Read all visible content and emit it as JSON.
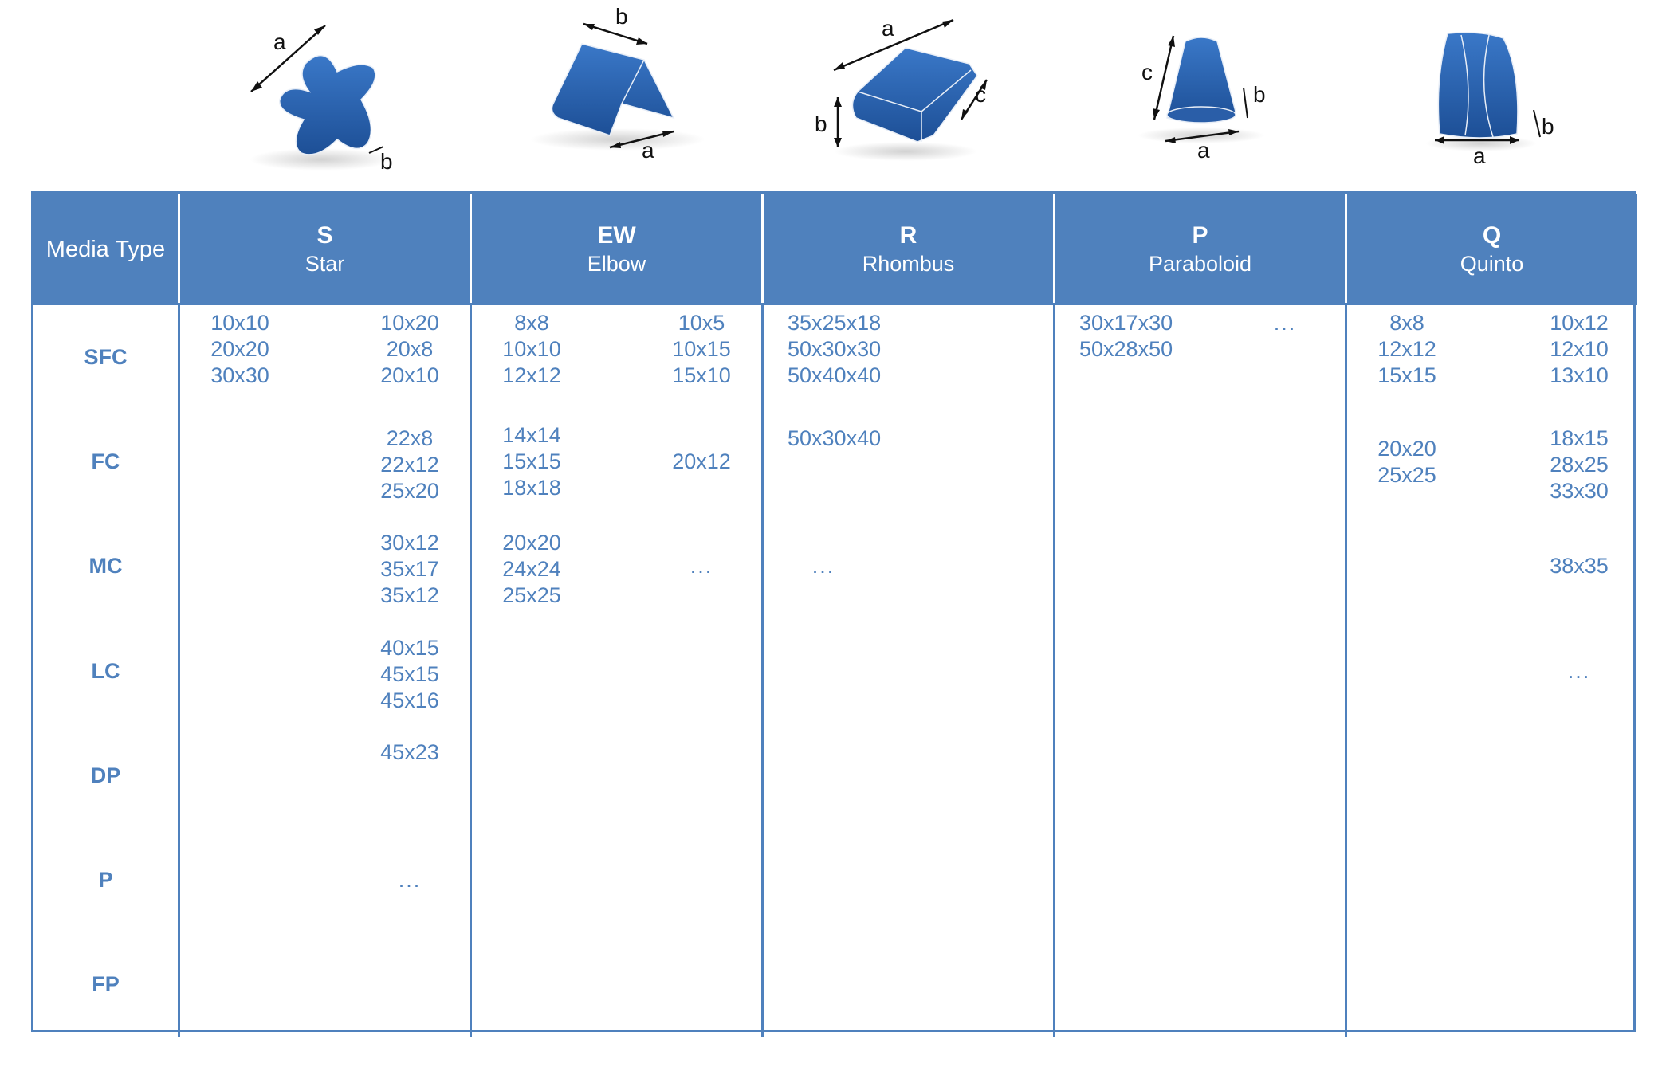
{
  "shapes": [
    {
      "code": "S",
      "dims": [
        "a",
        "b"
      ]
    },
    {
      "code": "EW",
      "dims": [
        "b",
        "a"
      ]
    },
    {
      "code": "R",
      "dims": [
        "a",
        "b",
        "c"
      ]
    },
    {
      "code": "P",
      "dims": [
        "c",
        "b",
        "a"
      ]
    },
    {
      "code": "Q",
      "dims": [
        "b",
        "a"
      ]
    }
  ],
  "table": {
    "media_type_label": "Media Type",
    "columns": [
      {
        "code": "S",
        "name": "Star"
      },
      {
        "code": "EW",
        "name": "Elbow"
      },
      {
        "code": "R",
        "name": "Rhombus"
      },
      {
        "code": "P",
        "name": "Paraboloid"
      },
      {
        "code": "Q",
        "name": "Quinto"
      }
    ],
    "rows": [
      "SFC",
      "FC",
      "MC",
      "LC",
      "DP",
      "P",
      "FP"
    ],
    "cells": {
      "S": {
        "SFC": {
          "left": [
            "10x10",
            "20x20",
            "30x30"
          ],
          "right": [
            "10x20",
            "20x8",
            "20x10"
          ]
        },
        "FC": {
          "left": [],
          "right": [
            "22x8",
            "22x12",
            "25x20"
          ]
        },
        "MC": {
          "left": [],
          "right": [
            "30x12",
            "35x17",
            "35x12"
          ]
        },
        "LC": {
          "left": [],
          "right": [
            "40x15",
            "45x15",
            "45x16"
          ]
        },
        "DP": {
          "left": [],
          "right": [
            "45x23"
          ]
        },
        "P": {
          "left": [],
          "right": [
            "..."
          ]
        },
        "FP": {
          "left": [],
          "right": []
        }
      },
      "EW": {
        "SFC": {
          "left": [
            "8x8",
            "10x10",
            "12x12"
          ],
          "right": [
            "10x5",
            "10x15",
            "15x10"
          ]
        },
        "FC": {
          "left": [
            "14x14",
            "15x15",
            "18x18"
          ],
          "right": [
            "20x12"
          ]
        },
        "MC": {
          "left": [
            "20x20",
            "24x24",
            "25x25"
          ],
          "right": [
            "..."
          ]
        },
        "LC": {
          "left": [],
          "right": []
        },
        "DP": {
          "left": [],
          "right": []
        },
        "P": {
          "left": [],
          "right": []
        },
        "FP": {
          "left": [],
          "right": []
        }
      },
      "R": {
        "SFC": {
          "left": [
            "35x25x18",
            "50x30x30",
            "50x40x40"
          ],
          "right": []
        },
        "FC": {
          "left": [
            "50x30x40"
          ],
          "right": []
        },
        "MC": {
          "left": [
            "..."
          ],
          "right": []
        },
        "LC": {
          "left": [],
          "right": []
        },
        "DP": {
          "left": [],
          "right": []
        },
        "P": {
          "left": [],
          "right": []
        },
        "FP": {
          "left": [],
          "right": []
        }
      },
      "P": {
        "SFC": {
          "left": [
            "30x17x30",
            "50x28x50"
          ],
          "right": [
            "..."
          ]
        },
        "FC": {
          "left": [],
          "right": []
        },
        "MC": {
          "left": [],
          "right": []
        },
        "LC": {
          "left": [],
          "right": []
        },
        "DP": {
          "left": [],
          "right": []
        },
        "P": {
          "left": [],
          "right": []
        },
        "FP": {
          "left": [],
          "right": []
        }
      },
      "Q": {
        "SFC": {
          "left": [
            "8x8",
            "12x12",
            "15x15"
          ],
          "right": [
            "10x12",
            "12x10",
            "13x10"
          ]
        },
        "FC": {
          "left": [
            "20x20",
            "25x25"
          ],
          "right": [
            "18x15",
            "28x25",
            "33x30"
          ]
        },
        "MC": {
          "left": [],
          "right": [
            "38x35"
          ]
        },
        "LC": {
          "left": [],
          "right": [
            "..."
          ]
        },
        "DP": {
          "left": [],
          "right": []
        },
        "P": {
          "left": [],
          "right": []
        },
        "FP": {
          "left": [],
          "right": []
        }
      }
    }
  },
  "colors": {
    "header_bg": "#4f81bd",
    "text_blue": "#4f81bd",
    "shape_blue": "#2a5ea8"
  }
}
